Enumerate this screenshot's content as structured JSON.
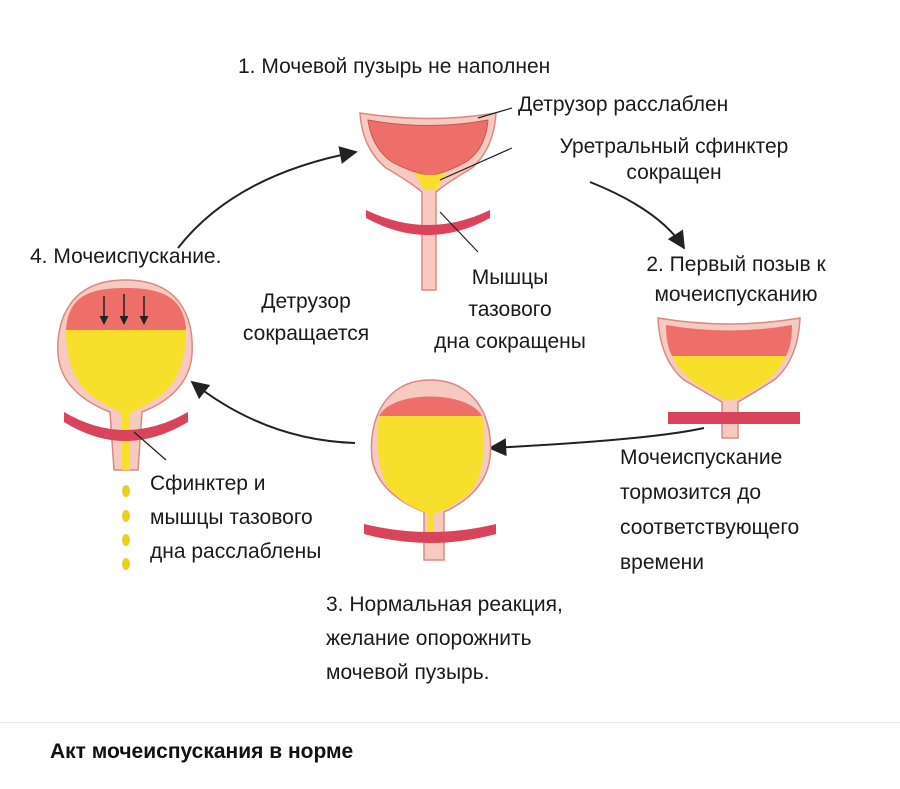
{
  "stage1": {
    "title": "1. Мочевой пузырь не наполнен",
    "detrusor": "Детрузор расслаблен",
    "sphincter_line1": "Уретральный сфинктер",
    "sphincter_line2": "сокращен",
    "pelvic_line1": "Мышцы",
    "pelvic_line2": "тазового",
    "pelvic_line3": "дна сокращены"
  },
  "stage2": {
    "title_line1": "2. Первый позыв к",
    "title_line2": "мочеиспусканию",
    "note_line1": "Мочеиспускание",
    "note_line2": "тормозится до",
    "note_line3": "соответствующего",
    "note_line4": "времени"
  },
  "stage3": {
    "title_line1": "3. Нормальная реакция,",
    "title_line2": "желание опорожнить",
    "title_line3": "мочевой пузырь."
  },
  "stage4": {
    "title": "4. Мочеиспускание.",
    "detrusor_line1": "Детрузор",
    "detrusor_line2": "сокращается",
    "sphincter_line1": "Сфинктер и",
    "sphincter_line2": "мышцы тазового",
    "sphincter_line3": "дна расслаблены"
  },
  "caption": "Акт мочеиспускания в норме",
  "colors": {
    "wall": "#f6c9c1",
    "wall_stroke": "#d98a80",
    "muscle": "#ee6f6a",
    "urine": "#f7df2c",
    "pelvic_band": "#d9435b",
    "arrow": "#222222"
  }
}
